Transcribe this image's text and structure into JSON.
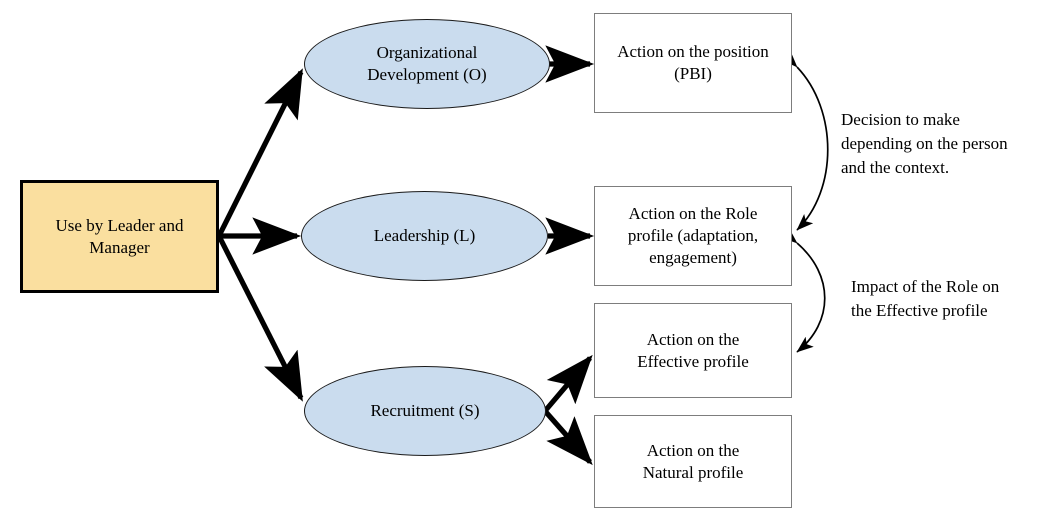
{
  "diagram": {
    "title": "Use by Leader and Manager process flow",
    "colors": {
      "source_fill": "#fadf9f",
      "source_stroke": "#000000",
      "ellipse_fill": "#cadcee",
      "ellipse_stroke": "#1a1a1a",
      "box_fill": "#ffffff",
      "box_stroke": "#7d7d7d",
      "arrow": "#000000",
      "background": "#ffffff"
    },
    "source": {
      "label": "Use by Leader and\nManager"
    },
    "branches": [
      {
        "label": "Organizational\nDevelopment (O)"
      },
      {
        "label": "Leadership (L)"
      },
      {
        "label": "Recruitment (S)"
      }
    ],
    "actions": [
      {
        "label": "Action on the position\n(PBI)"
      },
      {
        "label": "Action on the Role\nprofile (adaptation,\nengagement)"
      },
      {
        "label": "Action on the\nEffective profile"
      },
      {
        "label": "Action on the\nNatural profile"
      }
    ],
    "annotations": [
      {
        "label": "Decision to make\ndepending on the person\nand the context."
      },
      {
        "label": "Impact of the Role on\nthe Effective profile"
      }
    ]
  }
}
